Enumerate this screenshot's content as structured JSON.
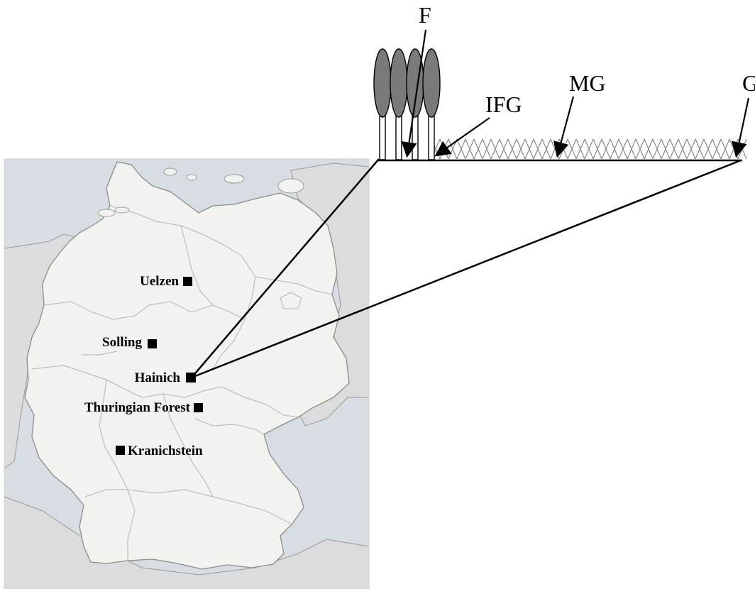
{
  "sites": [
    {
      "id": "uelzen",
      "label": "Uelzen"
    },
    {
      "id": "solling",
      "label": "Solling"
    },
    {
      "id": "hainich",
      "label": "Hainich"
    },
    {
      "id": "thuringian-forest",
      "label": "Thuringian  Forest"
    },
    {
      "id": "kranichstein",
      "label": "Kranichstein"
    }
  ],
  "transect_labels": {
    "forest": "F",
    "inner_forest_grass": "IFG",
    "meadow_grass": "MG",
    "grassland": "G"
  },
  "colors": {
    "sea": "#d7dde3",
    "land": "#f2f2ee",
    "neighbor_land": "#dcdcdc",
    "border": "#9a9a9a",
    "tree_fill": "#7a7a7a",
    "grass": "#888888",
    "marker": "#000000"
  }
}
